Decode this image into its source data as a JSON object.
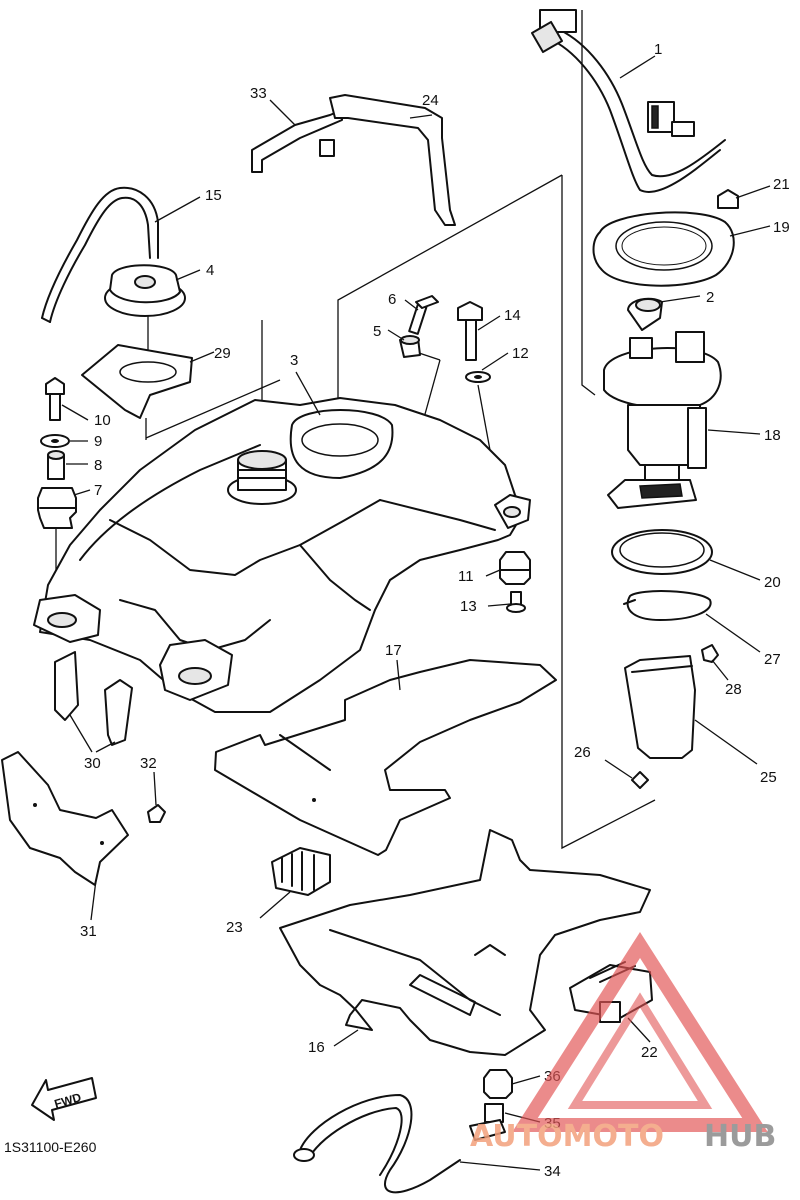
{
  "diagram": {
    "code": "1S31100-E260",
    "fwd_label": "FWD",
    "callouts": [
      "1",
      "2",
      "3",
      "4",
      "5",
      "6",
      "7",
      "8",
      "9",
      "10",
      "11",
      "12",
      "13",
      "14",
      "15",
      "16",
      "17",
      "18",
      "19",
      "20",
      "21",
      "22",
      "23",
      "24",
      "25",
      "26",
      "27",
      "28",
      "29",
      "30",
      "31",
      "32",
      "33",
      "34",
      "35",
      "36"
    ]
  },
  "watermark": {
    "part1": "AUTOMOTO",
    "part2": "HUB",
    "colors": {
      "accent": "#f3a07c",
      "accent_dark": "#e87b4f",
      "gray": "#8a8a8a",
      "triangle": "#e25555"
    }
  }
}
